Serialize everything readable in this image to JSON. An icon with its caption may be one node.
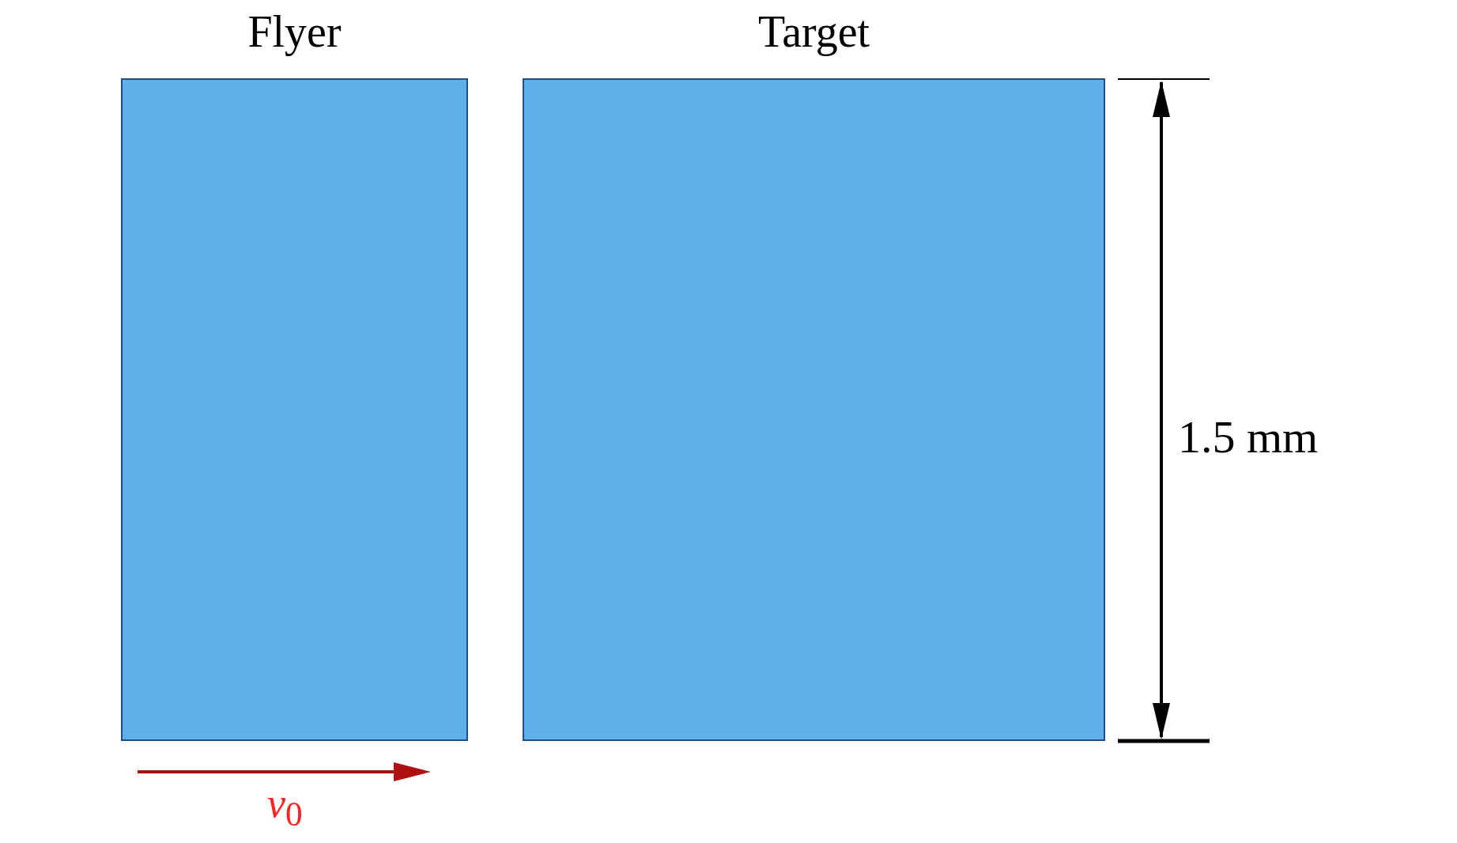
{
  "diagram": {
    "nodes": [
      {
        "text": [
          "Flyer"
        ]
      },
      {
        "text": [
          "Target"
        ]
      }
    ],
    "edges": [],
    "labels": [
      "1.5 mm",
      "*v*$_{0}$"
    ]
  }
}
